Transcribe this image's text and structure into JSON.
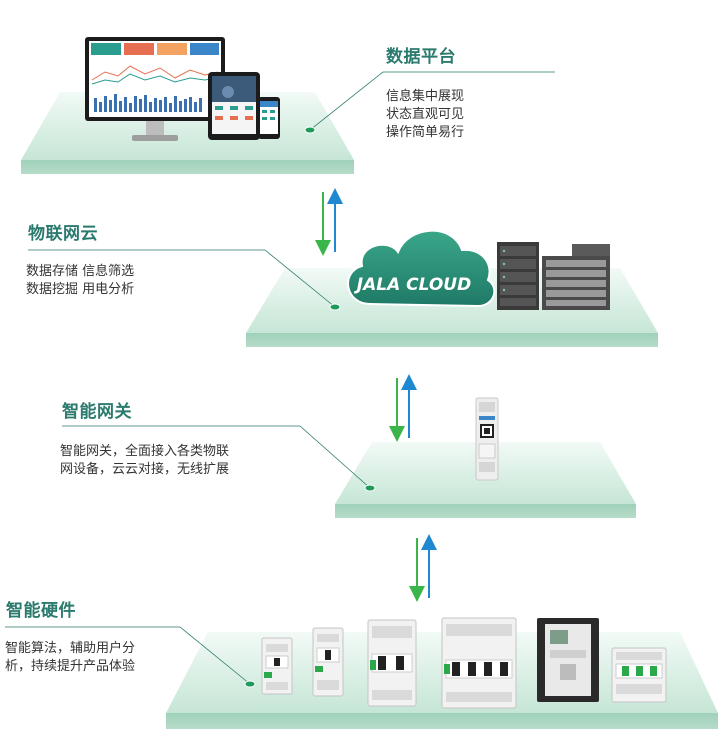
{
  "layers": [
    {
      "title": "数据平台",
      "lines": [
        "信息集中展现",
        "状态直观可见",
        "操作简单易行"
      ]
    },
    {
      "title": "物联网云",
      "lines": [
        "数据存储  信息筛选",
        "数据挖掘  用电分析"
      ]
    },
    {
      "title": "智能网关",
      "lines": [
        "智能网关，全面接入各类物联",
        "网设备，云云对接，无线扩展"
      ]
    },
    {
      "title": "智能硬件",
      "lines": [
        "智能算法，辅助用户分",
        "析，持续提升产品体验"
      ]
    }
  ],
  "cloud_label": "JALA CLOUD",
  "colors": {
    "title": "#2b7a6e",
    "platform": "#cfeadf",
    "platform_edge": "#9bcfb6",
    "arrow_green": "#39b54a",
    "arrow_blue": "#1e88d0"
  }
}
